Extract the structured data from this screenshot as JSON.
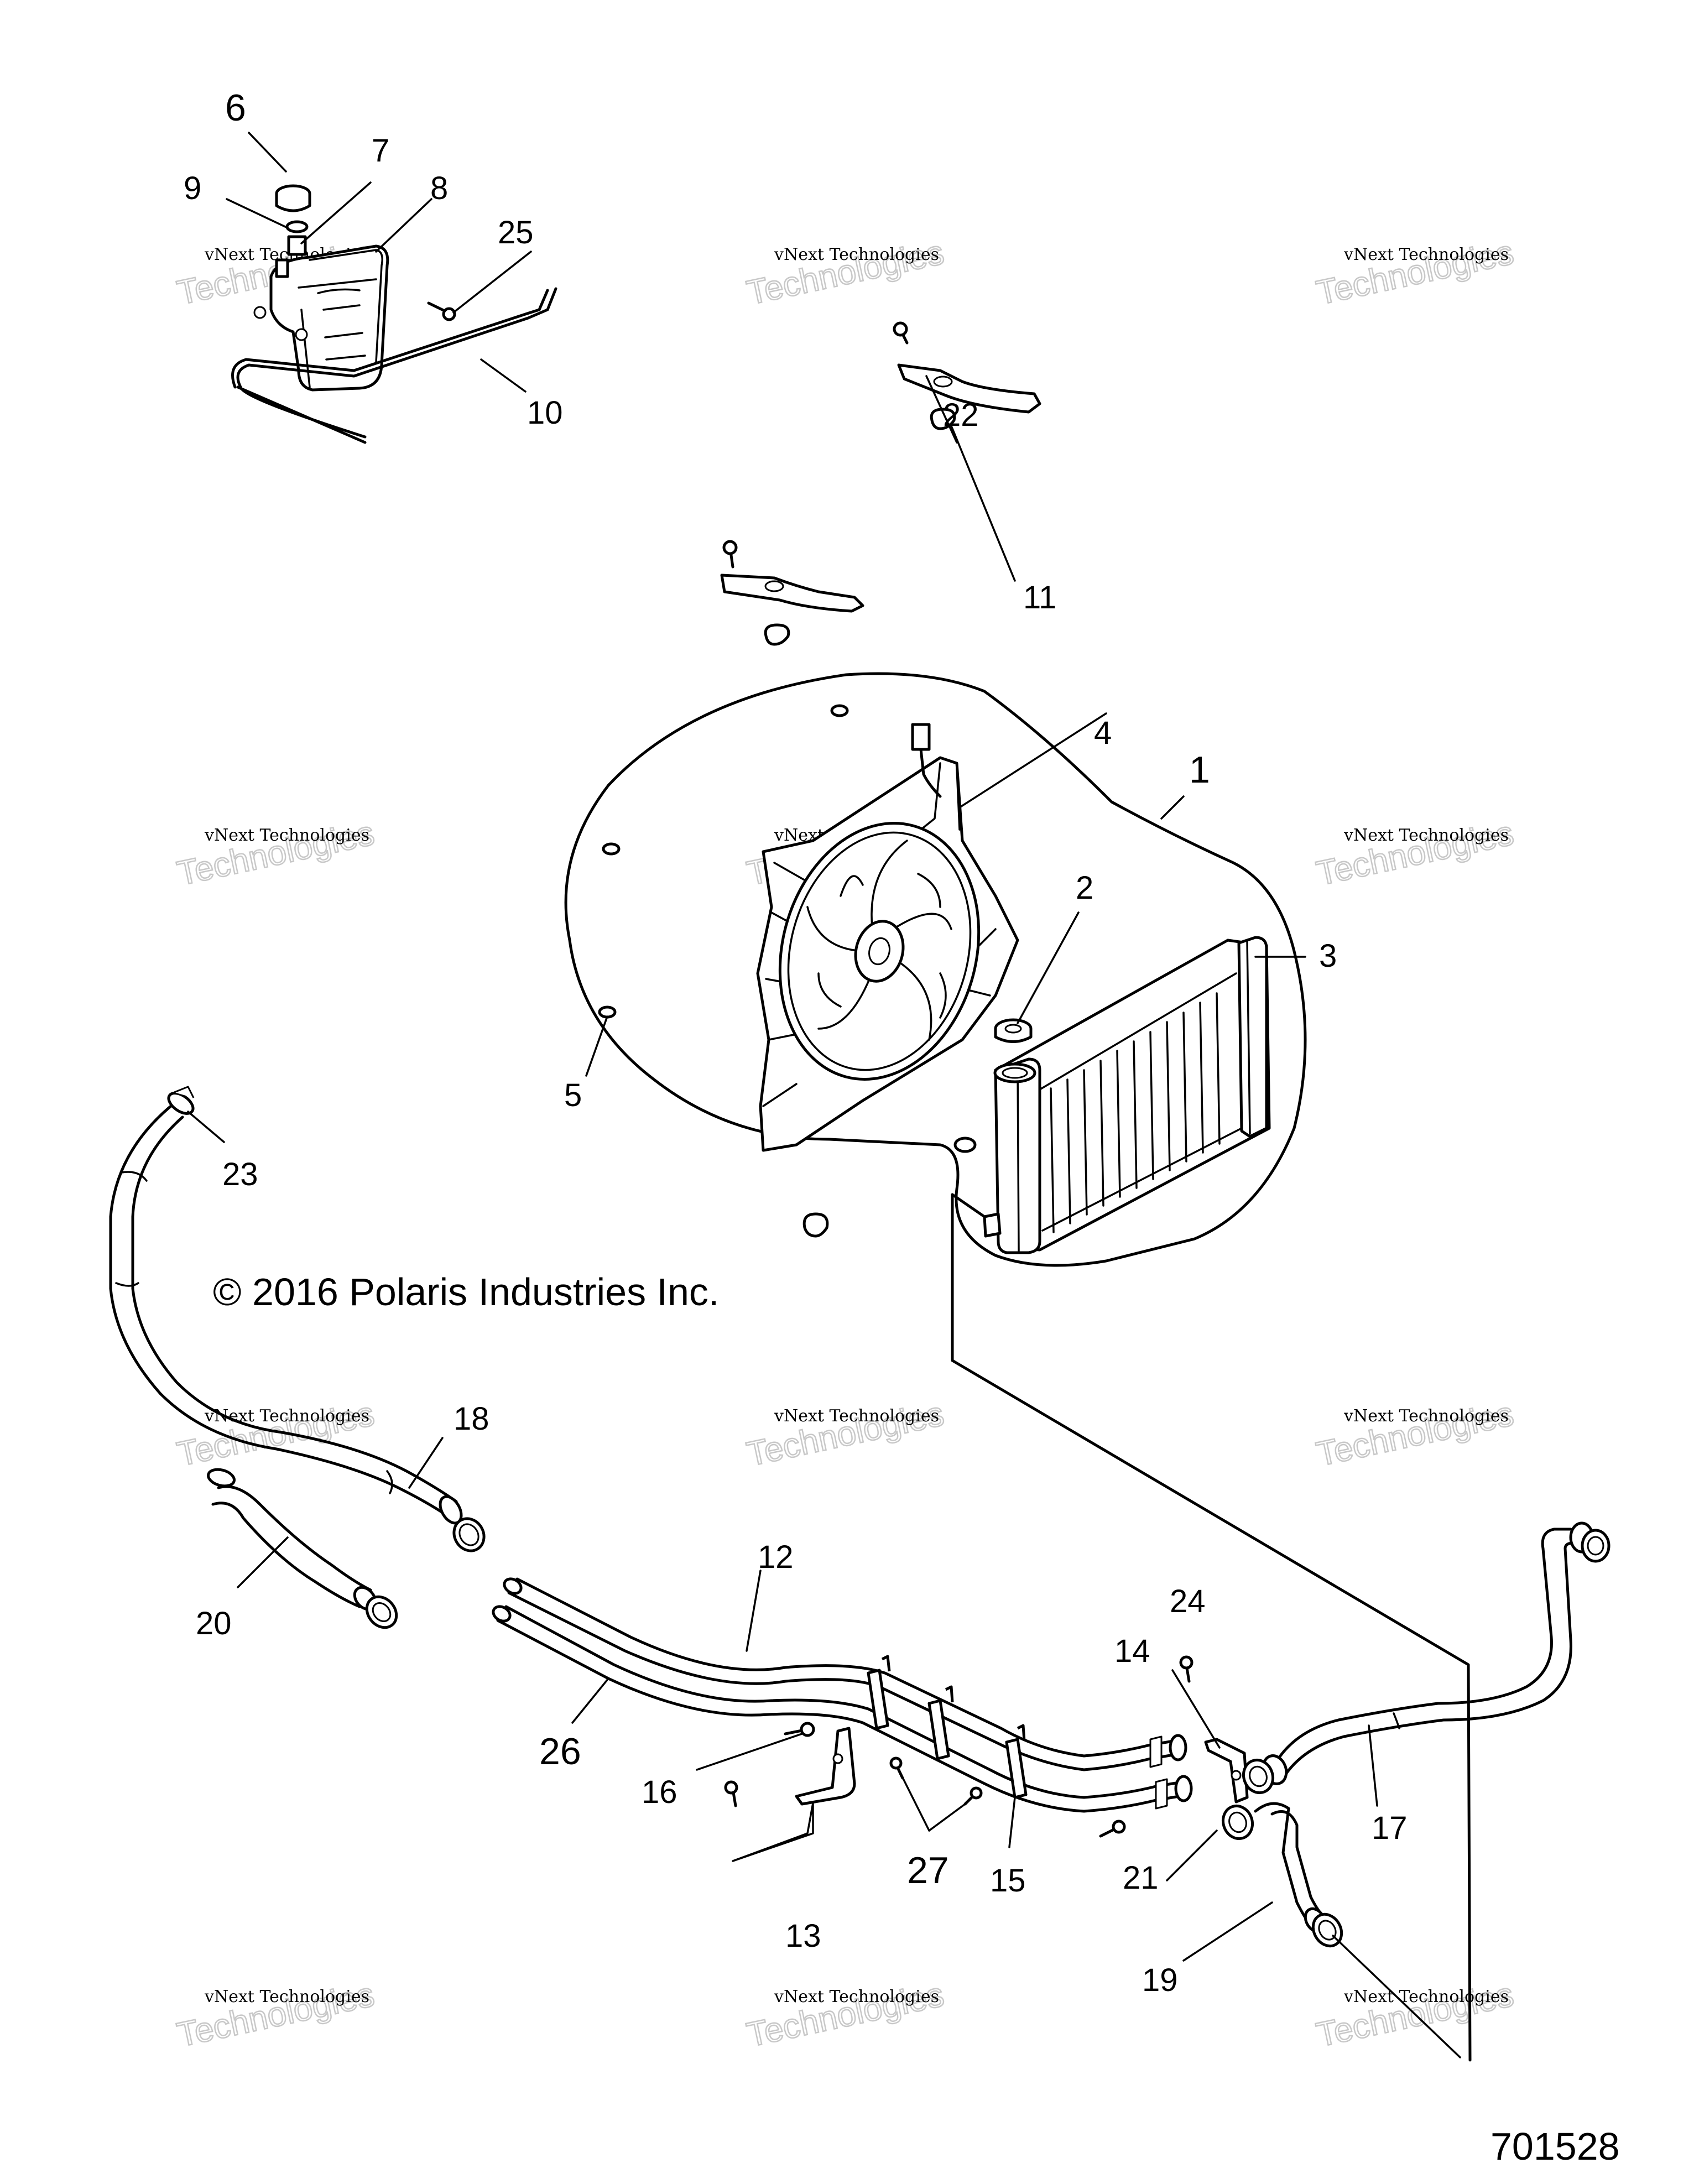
{
  "copyright": "© 2016 Polaris Industries Inc.",
  "document_number": "701528",
  "watermark": {
    "line1": "vNext Technologies",
    "line2": "Technologies",
    "line2_prefix": "vNext"
  },
  "callouts": {
    "c1": "1",
    "c2": "2",
    "c3": "3",
    "c4": "4",
    "c5": "5",
    "c6": "6",
    "c7": "7",
    "c8": "8",
    "c9": "9",
    "c10": "10",
    "c11": "11",
    "c12": "12",
    "c13": "13",
    "c14": "14",
    "c15": "15",
    "c16": "16",
    "c17": "17",
    "c18": "18",
    "c19": "19",
    "c20": "20",
    "c21": "21",
    "c22": "22",
    "c23": "23",
    "c24": "24",
    "c25": "25",
    "c26": "26",
    "c27": "27"
  },
  "colors": {
    "ink": "#000000",
    "watermark_outline": "#c8c8c8",
    "background": "#ffffff"
  }
}
